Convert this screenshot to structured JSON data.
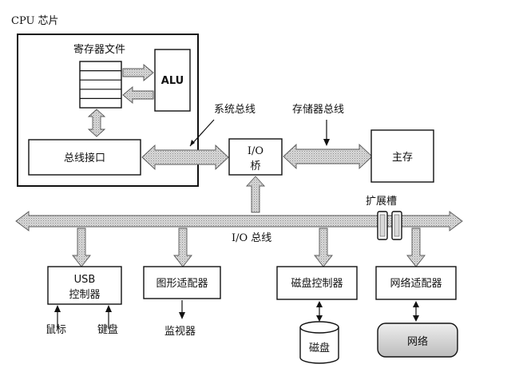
{
  "cpu": {
    "title": "CPU 芯片",
    "register_file": "寄存器文件",
    "alu": "ALU",
    "bus_interface": "总线接口"
  },
  "buses": {
    "system_bus": "系统总线",
    "memory_bus": "存储器总线",
    "io_bus": "I/O 总线",
    "expansion_slots": "扩展槽"
  },
  "io_bridge": {
    "line1": "I/O",
    "line2": "桥"
  },
  "main_memory": "主存",
  "controllers": {
    "usb_line1": "USB",
    "usb_line2": "控制器",
    "graphics": "图形适配器",
    "disk_controller": "磁盘控制器",
    "network_adapter": "网络适配器"
  },
  "devices": {
    "mouse": "鼠标",
    "keyboard": "键盘",
    "monitor": "监视器",
    "disk": "磁盘",
    "network": "网络"
  }
}
